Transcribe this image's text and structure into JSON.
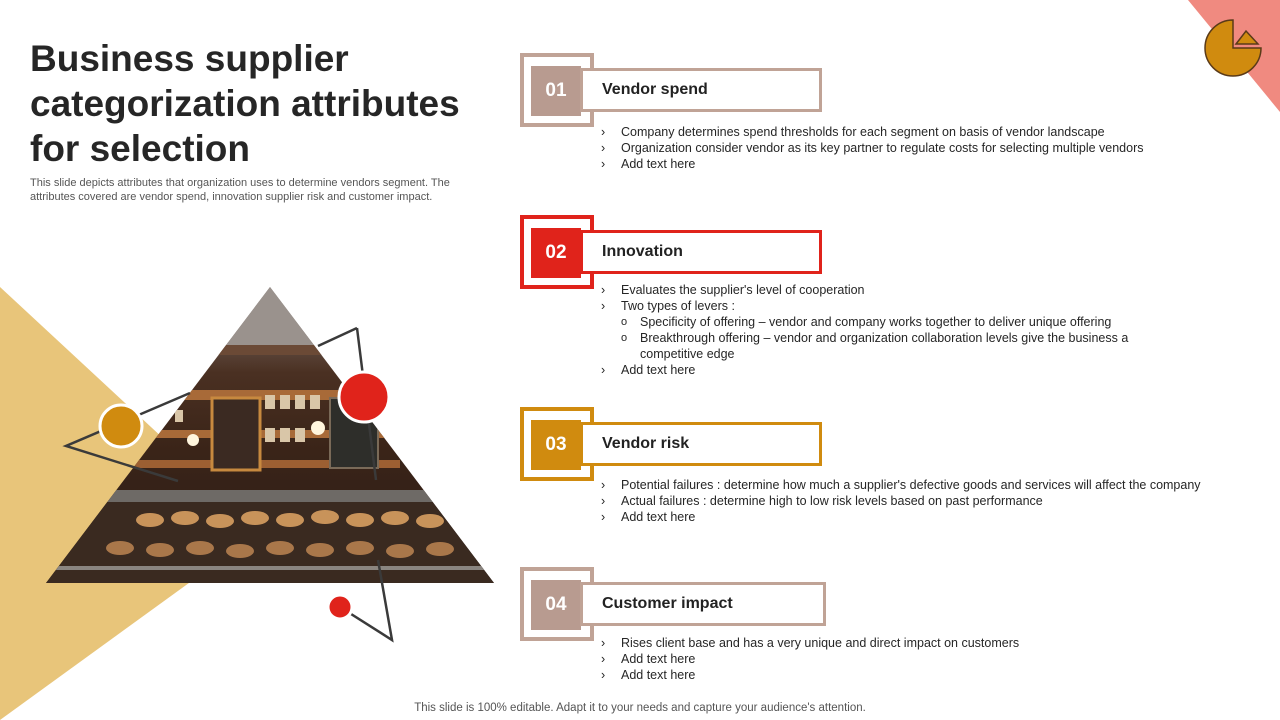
{
  "slide": {
    "title": "Business supplier categorization attributes for selection",
    "subtitle": "This slide depicts attributes that organization uses to determine vendors segment. The attributes covered are vendor spend, innovation supplier risk and customer impact.",
    "footer": "This slide is 100% editable. Adapt it to your needs and capture your audience's attention."
  },
  "items": [
    {
      "number": "01",
      "label": "Vendor spend",
      "color": "#b89b90",
      "bullets": [
        "Company determines spend thresholds for each segment on basis of vendor landscape",
        "Organization consider vendor as its key partner to regulate costs for selecting multiple vendors",
        "Add text here"
      ]
    },
    {
      "number": "02",
      "label": "Innovation",
      "color": "#e0231b",
      "bullets": [
        "Evaluates the supplier's level of cooperation",
        "Two types of levers :",
        "Specificity of offering – vendor and company works together to deliver unique offering",
        "Breakthrough offering – vendor and organization collaboration levels give the business a competitive edge",
        "Add text here"
      ]
    },
    {
      "number": "03",
      "label": "Vendor risk",
      "color": "#d08b0f",
      "bullets": [
        "Potential failures : determine how much a supplier's defective goods and services will affect the company",
        "Actual failures : determine high to low risk levels based on past performance",
        "Add text here"
      ]
    },
    {
      "number": "04",
      "label": "Customer impact",
      "color": "#b89b90",
      "bullets": [
        "Rises client base and has a very unique and direct impact on customers",
        "Add text here",
        "Add text here"
      ]
    }
  ],
  "colors": {
    "accent_red": "#e0231b",
    "accent_gold": "#d08b0f",
    "accent_taupe": "#b89b90",
    "sand": "#e8c57a",
    "coral": "#f08a80"
  },
  "icons": [
    "pie-chart-icon",
    "bakery-photo"
  ]
}
